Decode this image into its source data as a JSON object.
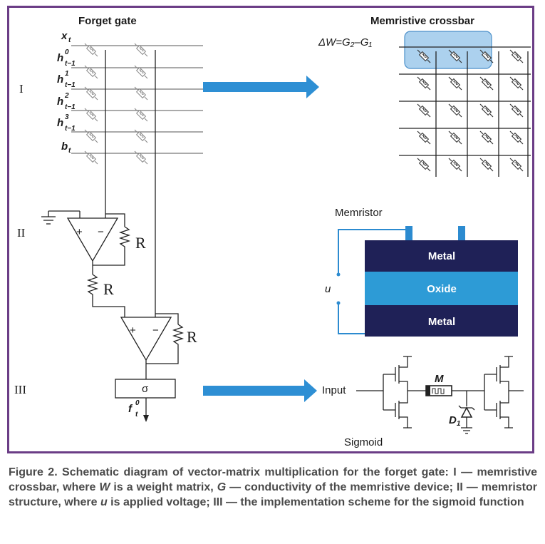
{
  "labels": {
    "forget_gate": "Forget gate",
    "crossbar": "Memristive crossbar",
    "delta_w": "ΔW=G₂–G₁",
    "section_1": "I",
    "section_2": "II",
    "section_3": "III",
    "resistor": "R",
    "memristor": "Memristor",
    "voltage": "u",
    "sigma": "σ",
    "input": "Input",
    "sigmoid": "Sigmoid",
    "mem_m": "M",
    "diode": "D",
    "diode_sub": "1",
    "plus": "+",
    "minus": "−"
  },
  "inputs": [
    {
      "base": "x",
      "sup": "",
      "sub": "t"
    },
    {
      "base": "h",
      "sup": "0",
      "sub": "t−1"
    },
    {
      "base": "h",
      "sup": "1",
      "sub": "t−1"
    },
    {
      "base": "h",
      "sup": "2",
      "sub": "t−1"
    },
    {
      "base": "h",
      "sup": "3",
      "sub": "t−1"
    },
    {
      "base": "b",
      "sup": "",
      "sub": "t"
    }
  ],
  "output": {
    "base": "f",
    "sup": "0",
    "sub": "t"
  },
  "layers": [
    "Metal",
    "Oxide",
    "Metal"
  ],
  "layer_colors": [
    "#1f2157",
    "#2d9bd6",
    "#1f2157"
  ],
  "colors": {
    "frame": "#6b3d86",
    "arrow": "#2e8fd4",
    "highlight": "#9ec9ec"
  },
  "caption": {
    "prefix": "Figure 2. Schematic diagram of vector-matrix multiplication for the forget gate: I — memristive crossbar, where ",
    "w": "W",
    "mid1": " is a weight matrix, ",
    "g": "G",
    "mid2": " — conductivity of the memristive device; II — memristor structure, where ",
    "u": "u",
    "suffix": " is applied voltage; III — the implementation scheme for the sigmoid function"
  }
}
